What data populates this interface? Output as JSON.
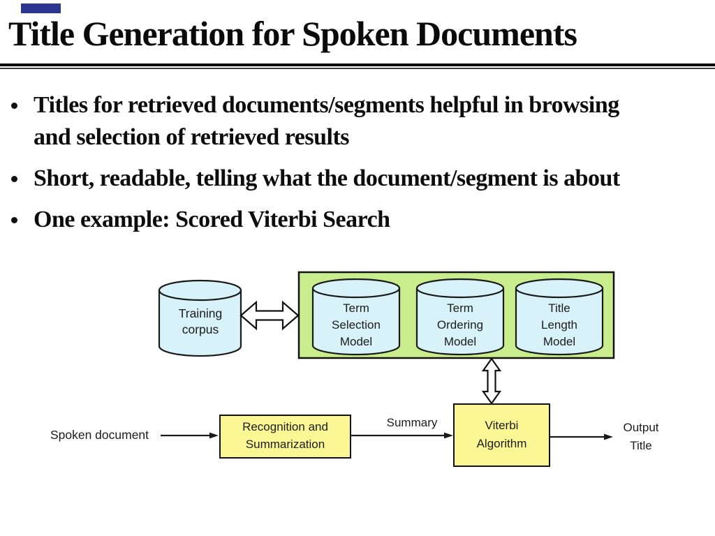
{
  "slide_title": "Title Generation for Spoken Documents",
  "bullets": [
    {
      "lines": [
        "Titles for retrieved documents/segments helpful in browsing",
        "and selection of retrieved results"
      ]
    },
    {
      "lines": [
        "Short, readable, telling what the document/segment is about"
      ]
    },
    {
      "lines": [
        "One example: Scored Viterbi Search"
      ]
    }
  ],
  "diagram": {
    "training_corpus": {
      "line1": "Training",
      "line2": "corpus"
    },
    "term_selection_model": {
      "line1": "Term",
      "line2": "Selection",
      "line3": "Model"
    },
    "term_ordering_model": {
      "line1": "Term",
      "line2": "Ordering",
      "line3": "Model"
    },
    "title_length_model": {
      "line1": "Title",
      "line2": "Length",
      "line3": "Model"
    },
    "spoken_document": "Spoken document",
    "recognition_summarization": {
      "line1": "Recognition and",
      "line2": "Summarization"
    },
    "summary": "Summary",
    "viterbi_algorithm": {
      "line1": "Viterbi",
      "line2": "Algorithm"
    },
    "output_title": {
      "line1": "Output",
      "line2": "Title"
    }
  },
  "colors": {
    "cylinder_fill": "#D7F2F8",
    "models_box_fill": "#C9EC8C",
    "process_box_fill": "#FBF795",
    "accent_rect": "#2C3690",
    "line": "#1a1a1a"
  }
}
